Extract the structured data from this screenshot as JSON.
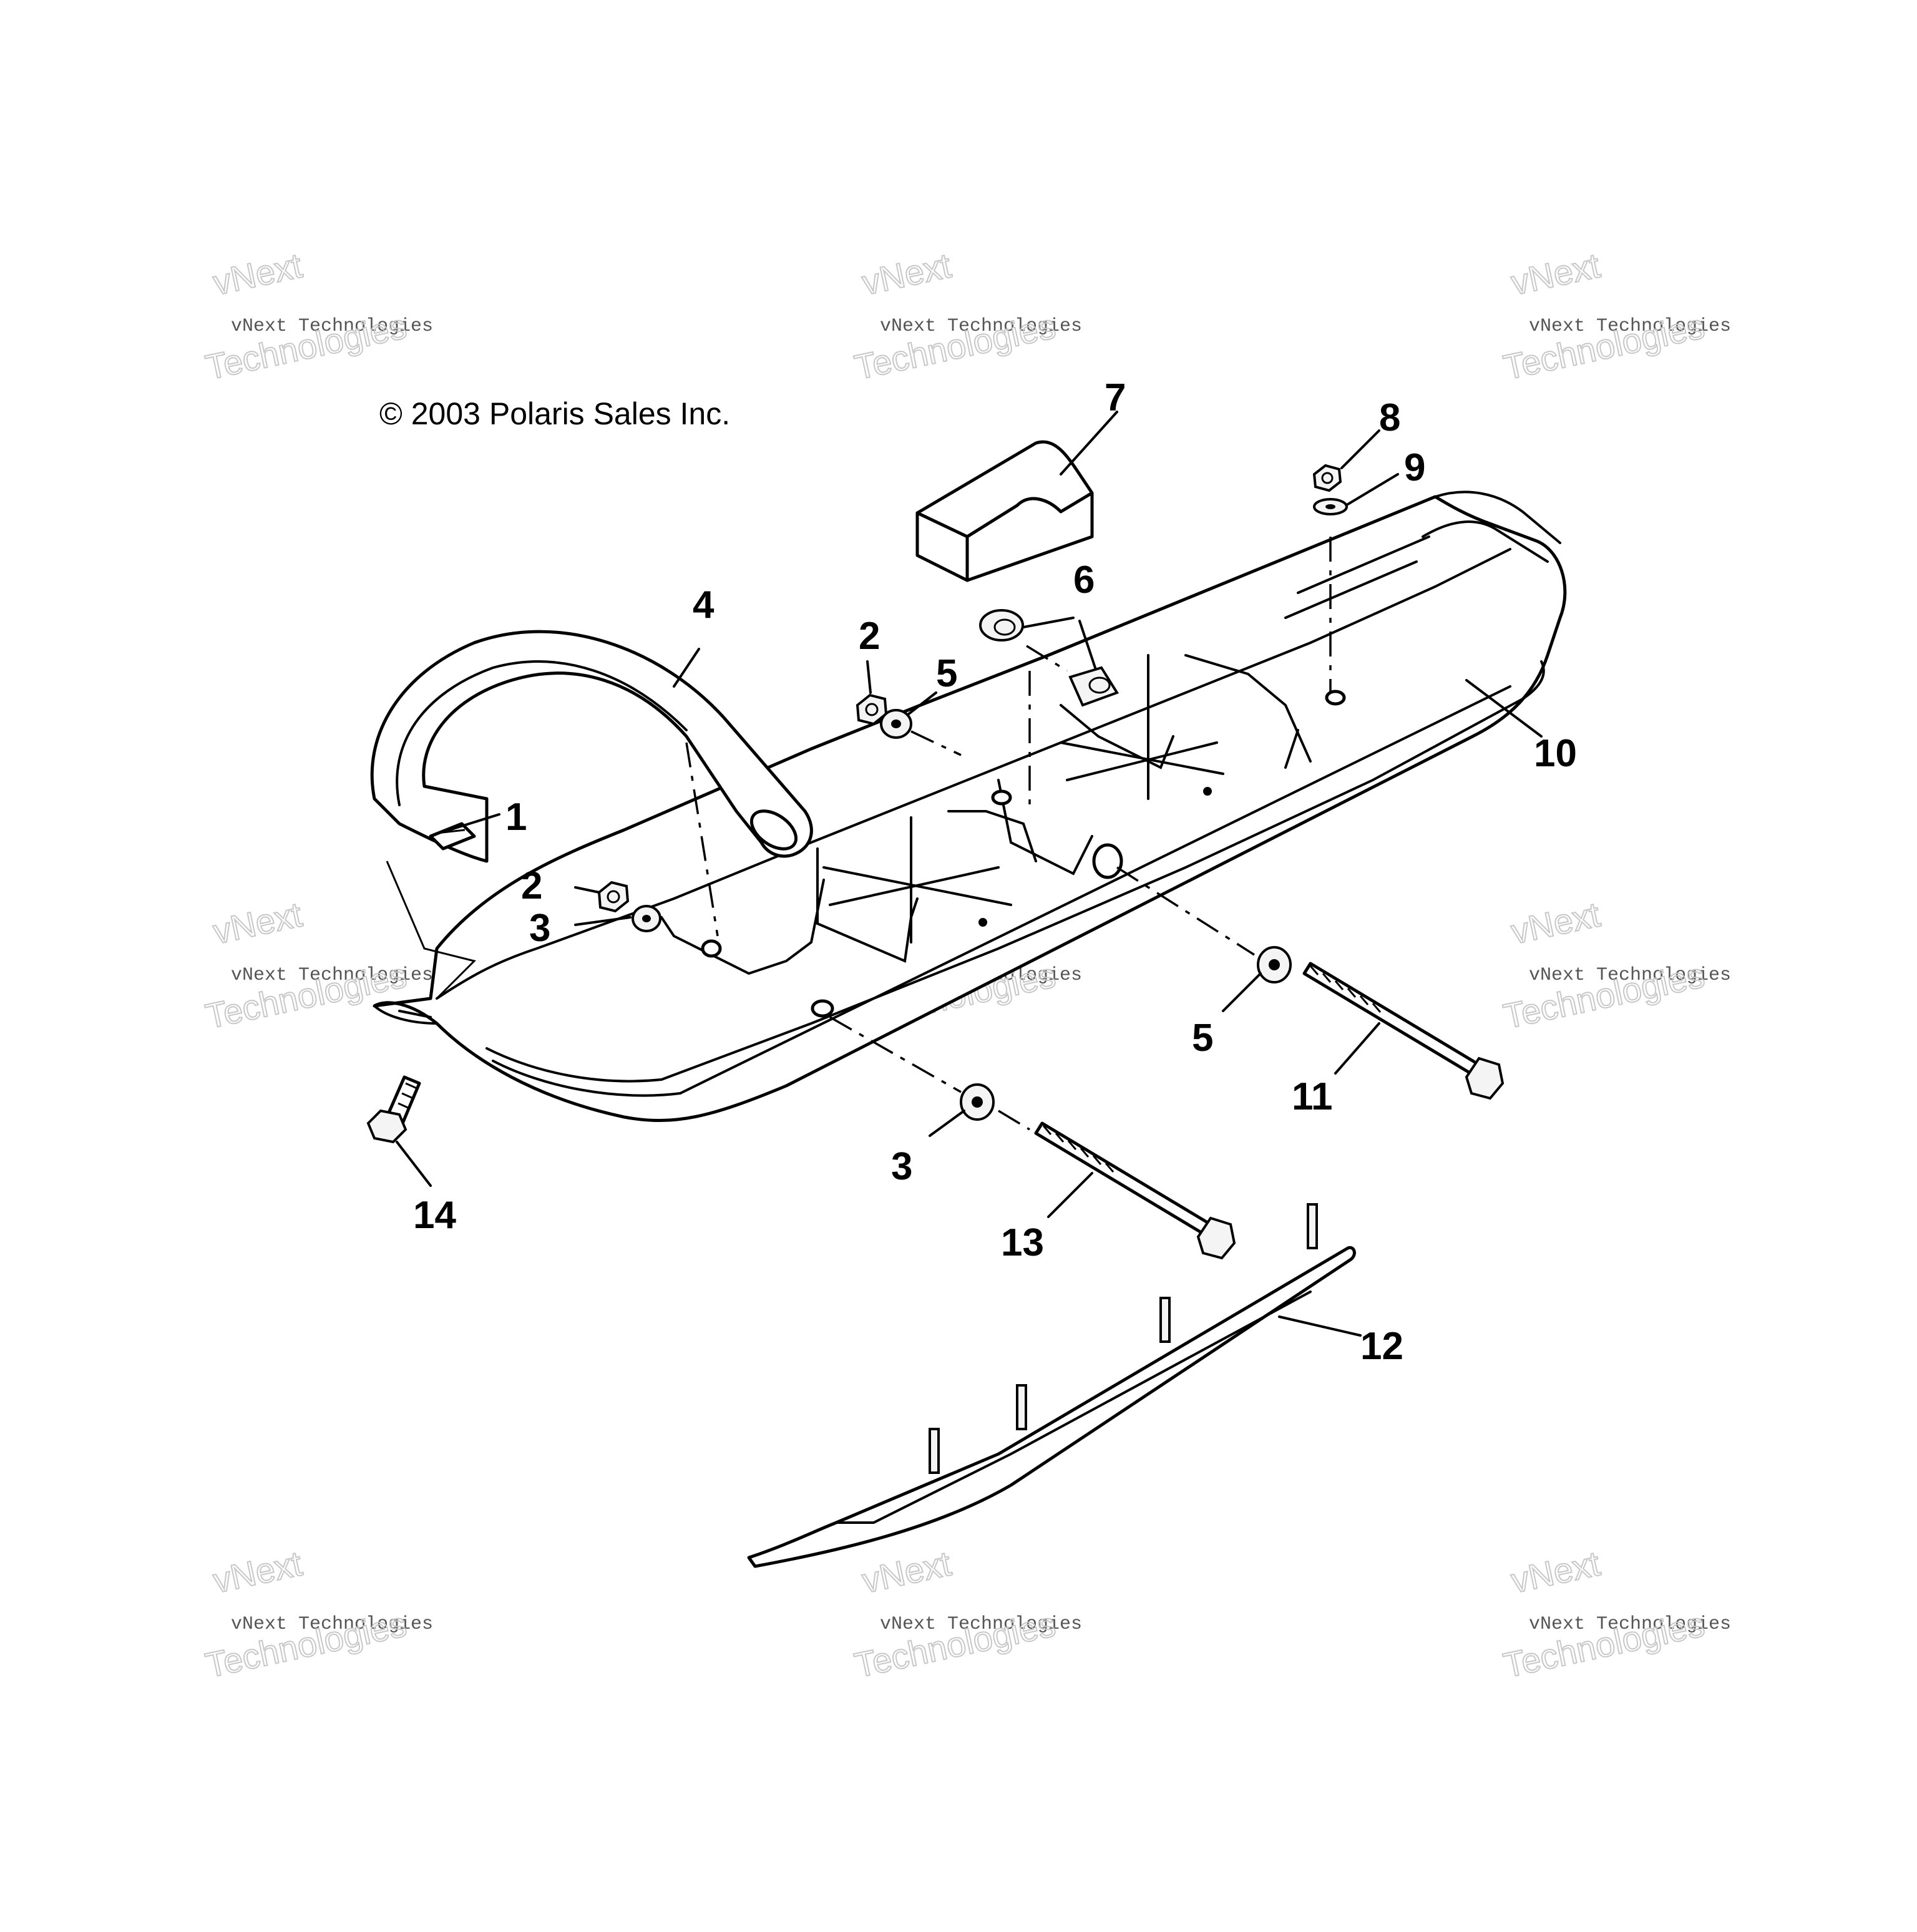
{
  "copyright": "© 2003 Polaris Sales Inc.",
  "watermark": {
    "line_small": "vNext Technologies",
    "line_large_1": "vNext",
    "line_large_2": "Technologies"
  },
  "callouts": [
    {
      "id": "c1",
      "label": "1"
    },
    {
      "id": "c2a",
      "label": "2"
    },
    {
      "id": "c2b",
      "label": "2"
    },
    {
      "id": "c3a",
      "label": "3"
    },
    {
      "id": "c3b",
      "label": "3"
    },
    {
      "id": "c4",
      "label": "4"
    },
    {
      "id": "c5a",
      "label": "5"
    },
    {
      "id": "c5b",
      "label": "5"
    },
    {
      "id": "c6",
      "label": "6"
    },
    {
      "id": "c7",
      "label": "7"
    },
    {
      "id": "c8",
      "label": "8"
    },
    {
      "id": "c9",
      "label": "9"
    },
    {
      "id": "c10",
      "label": "10"
    },
    {
      "id": "c11",
      "label": "11"
    },
    {
      "id": "c12",
      "label": "12"
    },
    {
      "id": "c13",
      "label": "13"
    },
    {
      "id": "c14",
      "label": "14"
    }
  ]
}
